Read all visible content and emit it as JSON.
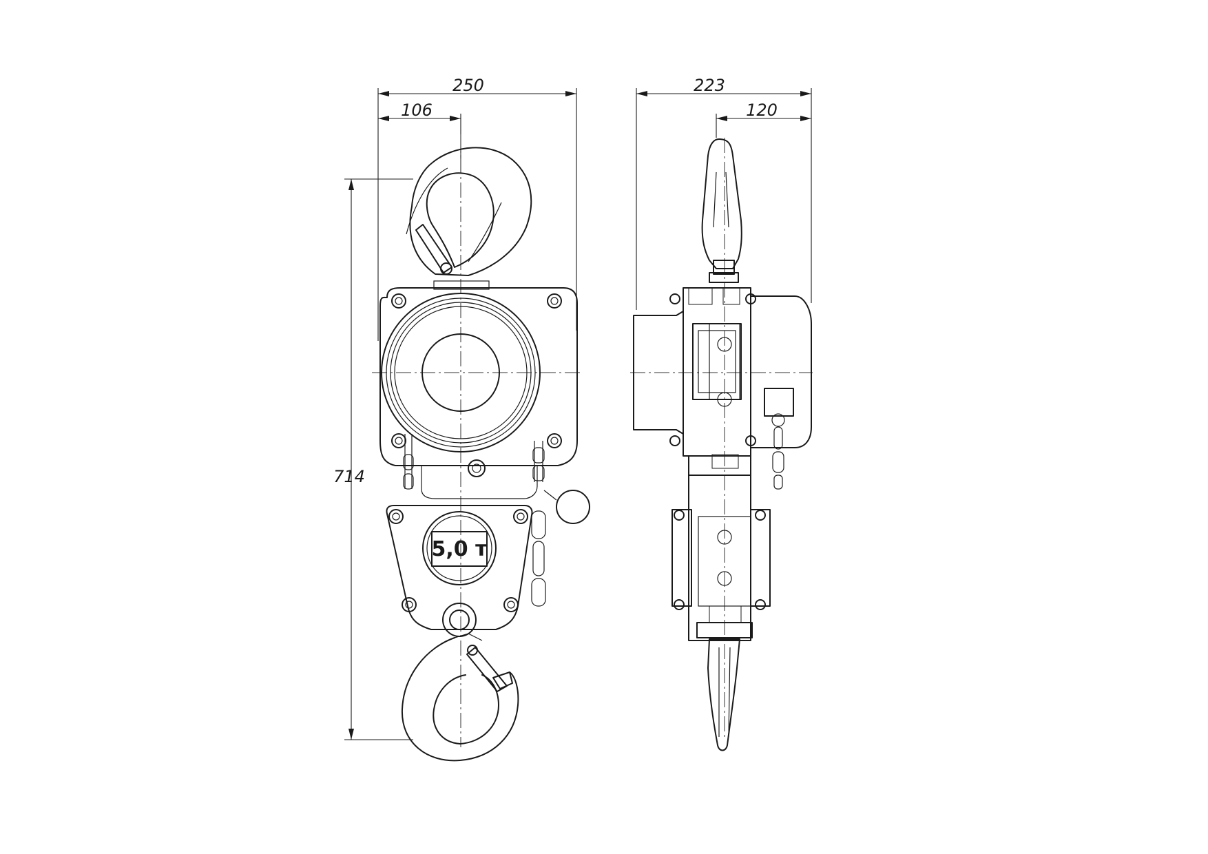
{
  "dimensions": {
    "front_width": "250",
    "front_hook_offset": "106",
    "side_width": "223",
    "side_offset": "120",
    "overall_height": "714"
  },
  "capacity_label": "5,0 т",
  "colors": {
    "line": "#1a1a1a",
    "background": "#ffffff"
  }
}
